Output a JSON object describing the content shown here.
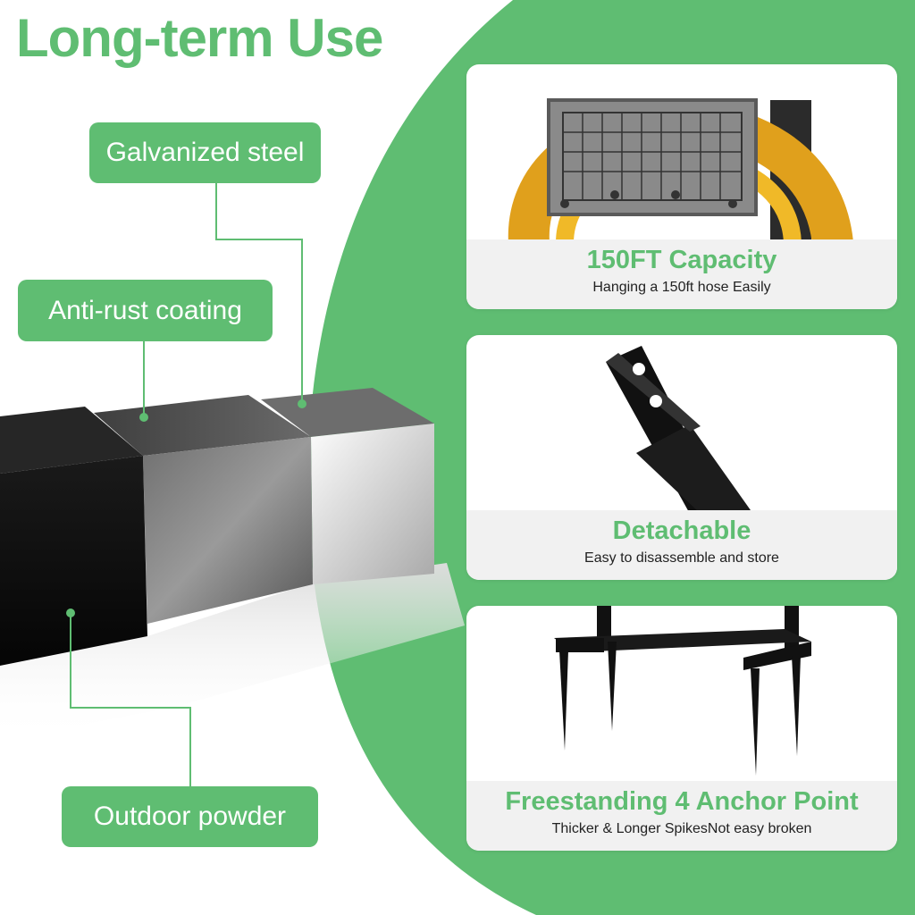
{
  "headline": "Long-term Use",
  "layers": {
    "galvanized": "Galvanized steel",
    "anti_rust": "Anti-rust coating",
    "outdoor": "Outdoor powder"
  },
  "features": [
    {
      "title": "150FT Capacity",
      "subtitle": "Hanging a 150ft hose Easily"
    },
    {
      "title": "Detachable",
      "subtitle": "Easy to disassemble and store"
    },
    {
      "title": "Freestanding 4 Anchor Point",
      "subtitle": "Thicker & Longer SpikesNot easy broken"
    }
  ],
  "colors": {
    "brand_green": "#5fbd72",
    "text_dark": "#222222",
    "band_gray": "#f1f1f1"
  },
  "icons": [
    "hose-reel-basket-image",
    "detachable-post-image",
    "anchor-spike-base-image",
    "steel-layers-image"
  ]
}
